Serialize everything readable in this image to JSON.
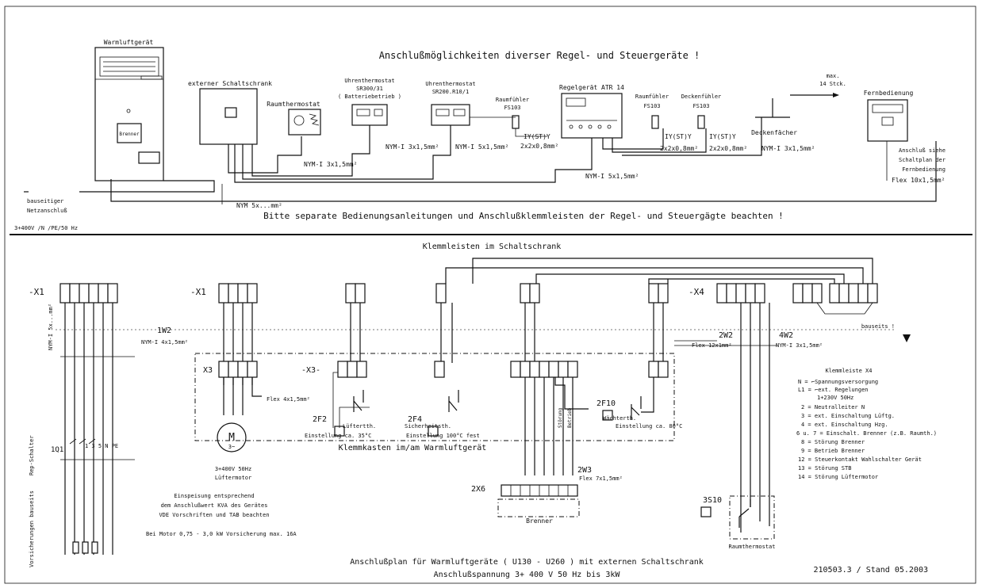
{
  "top": {
    "title": "Anschlußmöglichkeiten diverser Regel- und Steuergeräte !",
    "device_main": "Warmluftgerät",
    "brenner": "Brenner",
    "ext_cabinet": "externer Schaltschrank",
    "room_thermostat": "Raumthermostat",
    "timer1_a": "Uhrenthermostat",
    "timer1_b": "SR300/31",
    "timer1_c": "( Batteriebetrieb )",
    "timer2_a": "Uhrenthermostat",
    "timer2_b": "SR200.R10/1",
    "sensor1_a": "Raumfühler",
    "sensor1_b": "FS103",
    "controller": "Regelgerät ATR 14",
    "sensor2_a": "Raumfühler",
    "sensor2_b": "FS103",
    "sensor3_a": "Deckenfühler",
    "sensor3_b": "FS103",
    "fan_max_a": "max.",
    "fan_max_b": "14 Stck.",
    "ceiling_fan": "Deckenfächer",
    "remote": "Fernbedienung",
    "remote_note_a": "Anschluß siehe",
    "remote_note_b": "Schaltplan der",
    "remote_note_c": "Fernbedienung",
    "cable_nym_3": "NYM-I 3x1,5mm²",
    "cable_nym_3b": "NYM-I 3x1,5mm²",
    "cable_nym_5": "NYM-I 5x1,5mm²",
    "cable_iy1": "IY(ST)Y",
    "cable_iy1b": "2x2x0,8mm²",
    "cable_iy2": "IY(ST)Y",
    "cable_iy2b": "2x2x0,8mm²",
    "cable_iy3": "IY(ST)Y",
    "cable_iy3b": "2x2x0,8mm²",
    "cable_nym_5b": "NYM-I 5x1,5mm²",
    "cable_nym_3c": "NYM-I 3x1,5mm²",
    "cable_flex10": "Flex 10x1,5mm²",
    "cable_nym5x": "NYM 5x...mm²",
    "mains_a": "bauseitiger",
    "mains_b": "Netzanschluß",
    "mains_c": "3+400V /N /PE/50 Hz",
    "note": "Bitte separate Bedienungsanleitungen und Anschlußklemmleisten der Regel- und Steuergägte beachten !"
  },
  "bottom": {
    "title": "Klemmleisten im Schaltschrank",
    "x1": "-X1",
    "x1b": "-X1",
    "x4": "-X4",
    "x3": "X3",
    "x3b": "-X3-",
    "w1": "1W2",
    "w1_cable": "NYM-I 4x1,5mm²",
    "w2": "2W2",
    "w2_cable": "Flex 12x1mm²",
    "w4": "4W2",
    "w4_cable": "NYM-I 3x1,5mm²",
    "w3": "2W3",
    "w3_cable": "Flex 7x1,5mm²",
    "motor_cable": "Flex 4x1,5mm²",
    "site": "bauseits !",
    "nym5x": "NYM-I 5x...mm²",
    "repair": "Rep-Schalter",
    "q1": "1Q1",
    "fuses": "Vorsicherungen bauseits",
    "motor_a": "3+400V 50Hz",
    "motor_b": "Lüftermotor",
    "f2": "2F2",
    "f2_a": "Lüftertth.",
    "f2_b": "Einstellung ca. 35°C",
    "f4": "2F4",
    "f4_a": "Sicherheitsth.",
    "f4_b": "Einstellung 100°C fest",
    "f10": "2F10",
    "f10_a": "Wächterth.",
    "f10_b": "Einstellung ca. 80°C",
    "storung": "Störung",
    "betrieb": "Betrieb",
    "box_label": "Klemmkasten im/am Warmluftgerät",
    "x6": "2X6",
    "brenner": "Brenner",
    "s10": "3S10",
    "rt": "Raumthermostat",
    "feed_a": "Einspeisung entsprechend",
    "feed_b": "dem Anschlußwert KVA des Gerätes",
    "feed_c": "VDE Vorschriften und TAB beachten",
    "motor_note": "Bei Motor 0,75 - 3,0 kW Vorsicherung max. 16A",
    "legend_title": "Klemmleiste X4",
    "legend": [
      "N = ⌐Spannungsversorgung",
      "L1 = ⌐ext. Regelungen",
      "1+230V 50Hz",
      "2 = Neutralleiter N",
      "3 = ext. Einschaltung Lüftg.",
      "4 = ext. Einschaltung Hzg.",
      "6 u. 7 = Einschalt. Brenner (z.B. Raumth.)",
      "8 = Störung Brenner",
      "9 = Betrieb Brenner",
      "12 = Steuerkontakt Wahlschalter Gerät",
      "13 = Störung STB",
      "14 = Störung Lüftermotor"
    ],
    "footer_a": "Anschlußplan für Warmluftgeräte ( U130 - U260 ) mit externen Schaltschrank",
    "footer_b": "Anschlußspannung 3+ 400 V 50 Hz bis 3kW",
    "doc_id": "210503.3 / Stand 05.2003"
  }
}
